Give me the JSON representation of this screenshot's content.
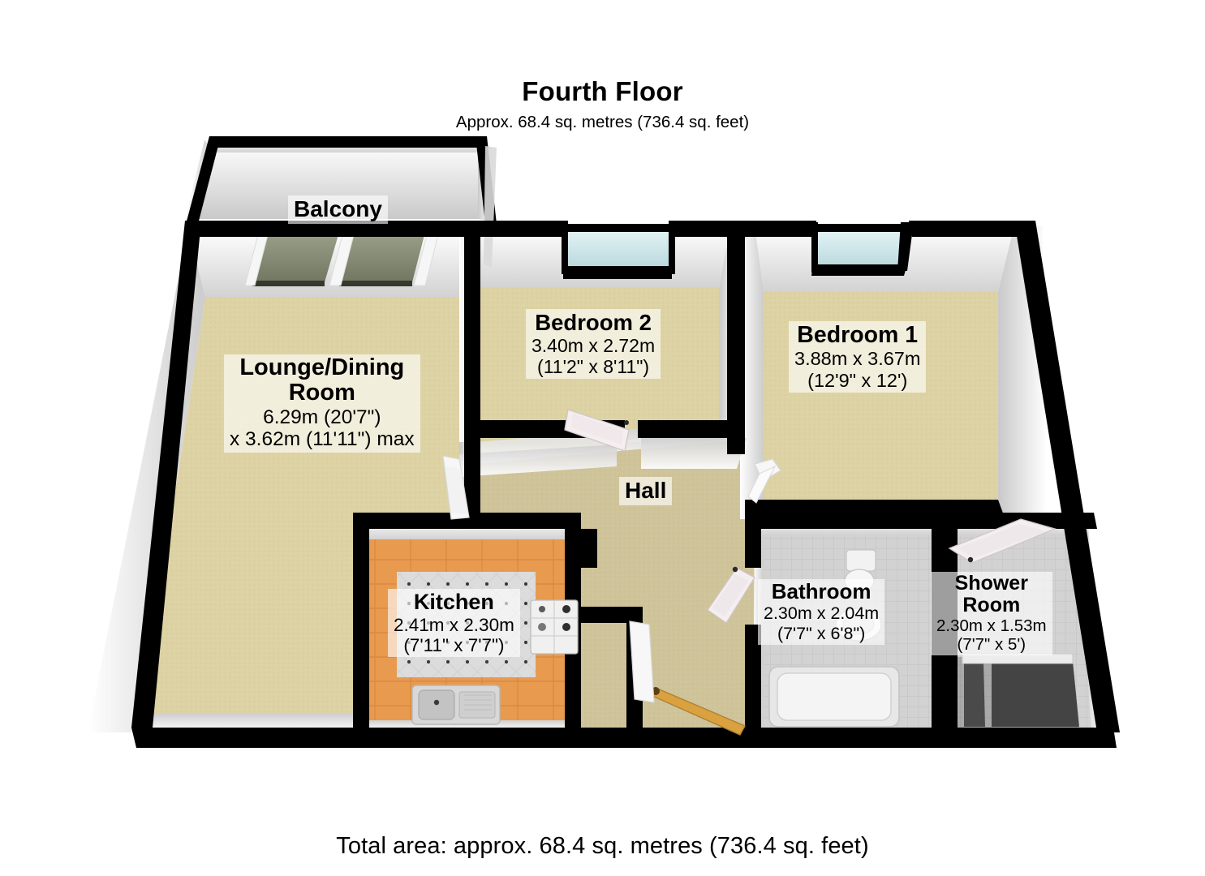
{
  "header": {
    "title": "Fourth Floor",
    "subtitle": "Approx. 68.4 sq. metres (736.4 sq. feet)"
  },
  "footer": {
    "total_area": "Total area: approx. 68.4 sq. metres (736.4 sq. feet)"
  },
  "rooms": [
    {
      "key": "balcony",
      "name": "Balcony",
      "dim_metric": "",
      "dim_imperial": ""
    },
    {
      "key": "lounge",
      "name": "Lounge/Dining Room",
      "name_line1": "Lounge/Dining",
      "name_line2": "Room",
      "dim_metric": "6.29m (20'7\")",
      "dim_imperial": "x 3.62m (11'11\") max"
    },
    {
      "key": "bedroom2",
      "name": "Bedroom 2",
      "dim_metric": "3.40m x 2.72m",
      "dim_imperial": "(11'2\" x 8'11\")"
    },
    {
      "key": "bedroom1",
      "name": "Bedroom 1",
      "dim_metric": "3.88m x 3.67m",
      "dim_imperial": "(12'9\" x 12')"
    },
    {
      "key": "hall",
      "name": "Hall",
      "dim_metric": "",
      "dim_imperial": ""
    },
    {
      "key": "kitchen",
      "name": "Kitchen",
      "dim_metric": "2.41m x 2.30m",
      "dim_imperial": "(7'11\" x 7'7\")"
    },
    {
      "key": "bathroom",
      "name": "Bathroom",
      "dim_metric": "2.30m x 2.04m",
      "dim_imperial": "(7'7\" x 6'8\")"
    },
    {
      "key": "shower",
      "name": "Shower Room",
      "name_line1": "Shower",
      "name_line2": "Room",
      "dim_metric": "2.30m x 1.53m",
      "dim_imperial": "(7'7\" x 5')"
    }
  ],
  "colors": {
    "wall_outline": "#000000",
    "wall_face": "#f2f2f2",
    "carpet_beige": "#ddd2a4",
    "carpet_hall": "#cfc39a",
    "kitchen_floor": "#e89a4f",
    "kitchen_tile": "#d8d8d8",
    "tile_grey": "#cfcfcf",
    "window_glass": "#d6ecef",
    "balcony_glass": "#8f9480",
    "balcony_floor": "#e8e8e8",
    "door_wood": "#c8913f"
  }
}
